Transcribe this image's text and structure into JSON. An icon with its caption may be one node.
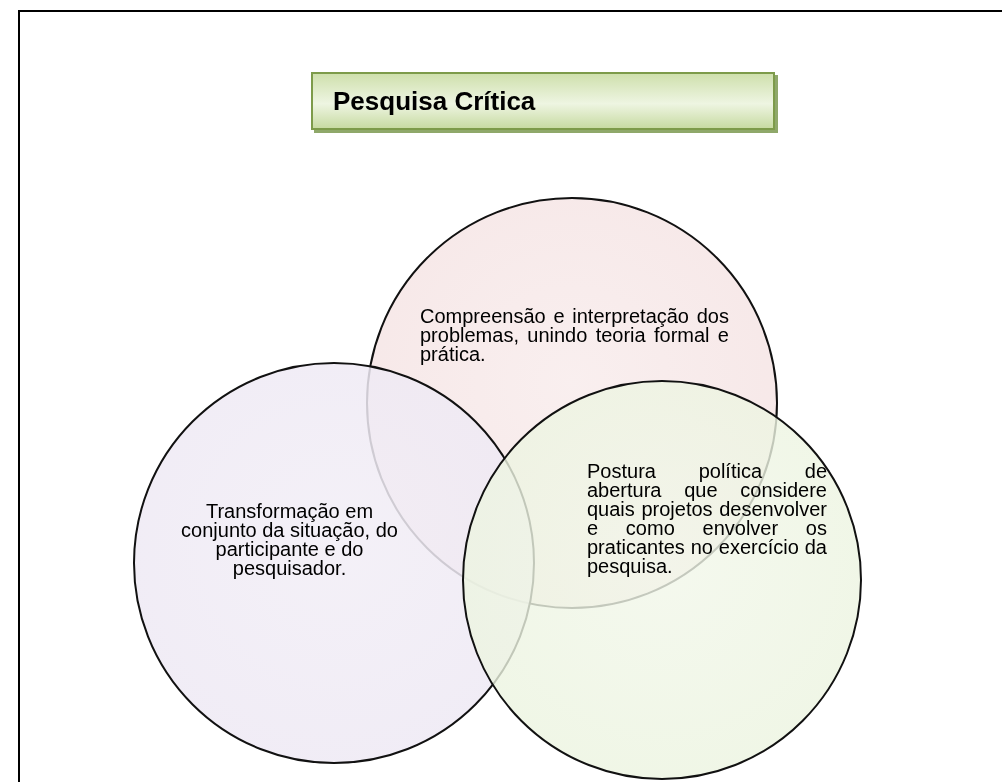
{
  "diagram": {
    "title": "Pesquisa Crítica",
    "nodes": [
      {
        "text": [
          "Compreensão e interpretação dos problemas, unindo teoria formal e prática."
        ]
      },
      {
        "text": [
          "Transformação em conjunto da situação, do participante e do pesquisador."
        ]
      },
      {
        "text": [
          "Postura política de abertura que considere quais projetos desenvolver e como envolver os praticantes no exercício da pesquisa."
        ]
      }
    ]
  }
}
